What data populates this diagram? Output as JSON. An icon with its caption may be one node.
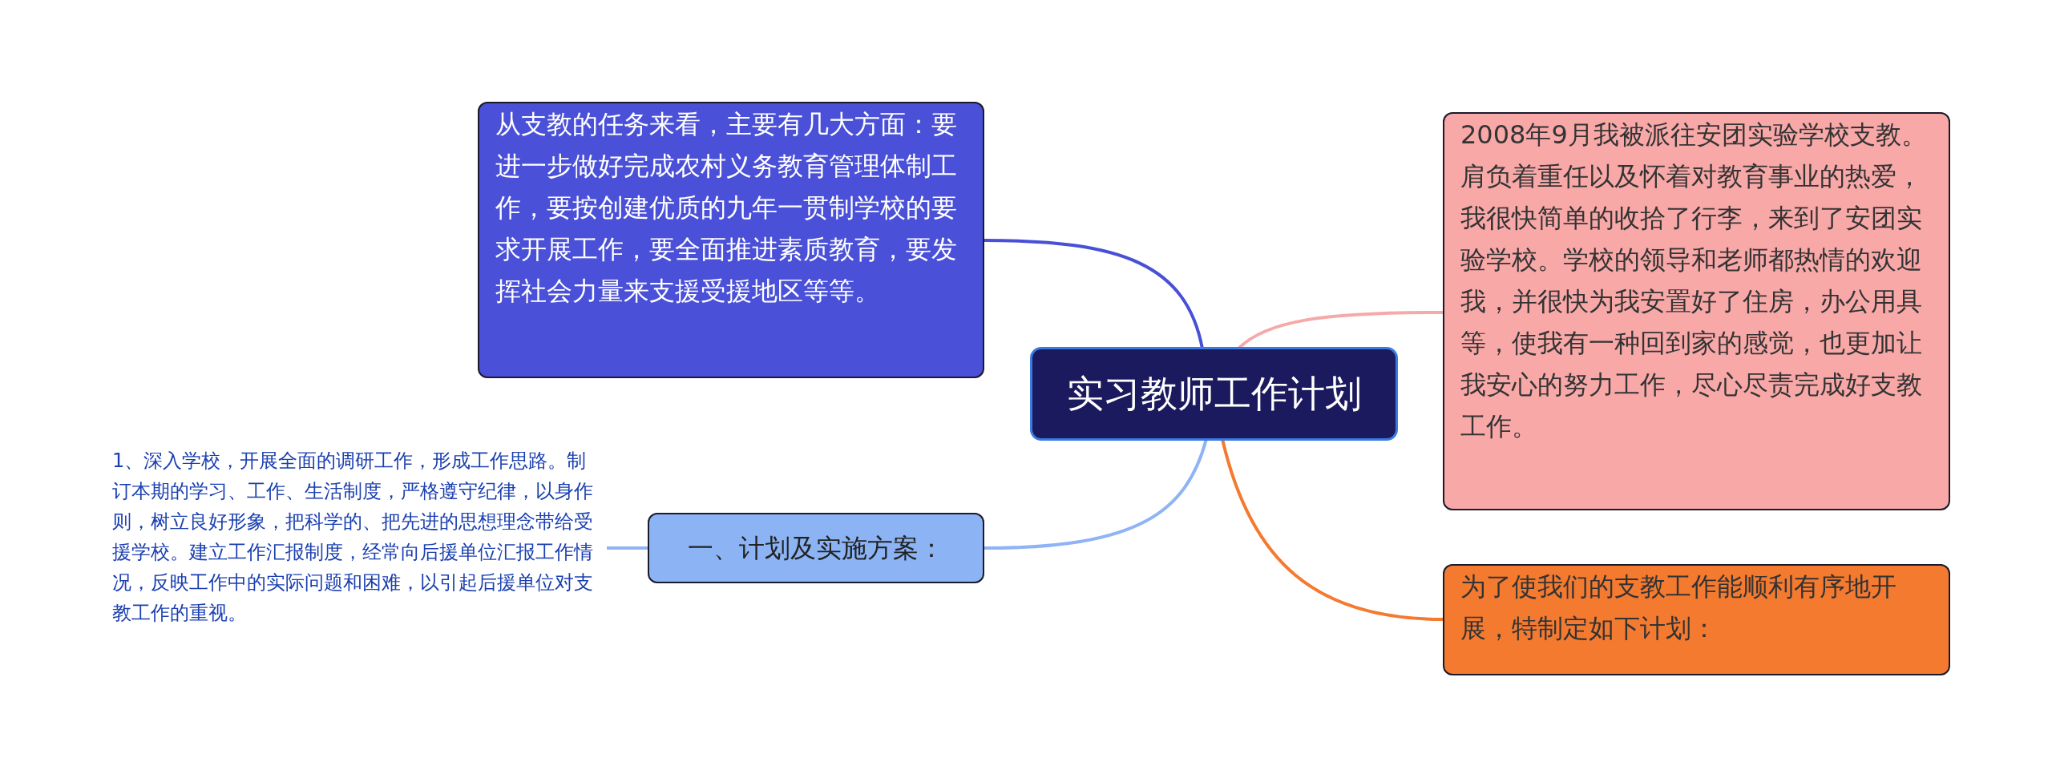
{
  "diagram": {
    "nodes": [
      {
        "text": [
          "实习教师工作计划"
        ]
      },
      {
        "text": [
          "从支教的任务来看，主要有几大方面：要进一步做好完成农村义务教育管理体制工作，要按创建优质的九年一贯制学校的要求开展工作，要全面推进素质教育，要发挥社会力量来支援受援地区等等。"
        ]
      },
      {
        "text": [
          "2008年9月我被派往安团实验学校支教。肩负着重任以及怀着对教育事业的热爱，我很快简单的收拾了行李，来到了安团实验学校。学校的领导和老师都热情的欢迎我，并很快为我安置好了住房，办公用具等，使我有一种回到家的感觉，也更加让我安心的努力工作，尽心尽责完成好支教工作。"
        ]
      },
      {
        "text": [
          "一、计划及实施方案："
        ]
      },
      {
        "text": [
          "为了使我们的支教工作能顺利有序地开展，特制定如下计划："
        ]
      },
      {
        "text": [
          "1、深入学校，开展全面的调研工作，形成工作思路。制订本期的学习、工作、生活制度，严格遵守纪律，以身作则，树立良好形象，把科学的、把先进的思想理念带给受援学校。建立工作汇报制度，经常向后援单位汇报工作情况，反映工作中的实际问题和困难，以引起后援单位对支教工作的重视。"
        ]
      }
    ],
    "edges": [
      {
        "from": 0,
        "to": 1,
        "arrow": "none",
        "color": "#4750d6"
      },
      {
        "from": 0,
        "to": 2,
        "arrow": "none",
        "color": "#f6a9a9"
      },
      {
        "from": 0,
        "to": 3,
        "arrow": "none",
        "color": "#8fb3f5"
      },
      {
        "from": 0,
        "to": 4,
        "arrow": "none",
        "color": "#f47a30"
      },
      {
        "from": 3,
        "to": 5,
        "arrow": "none",
        "color": "#8fb3f5"
      }
    ]
  }
}
